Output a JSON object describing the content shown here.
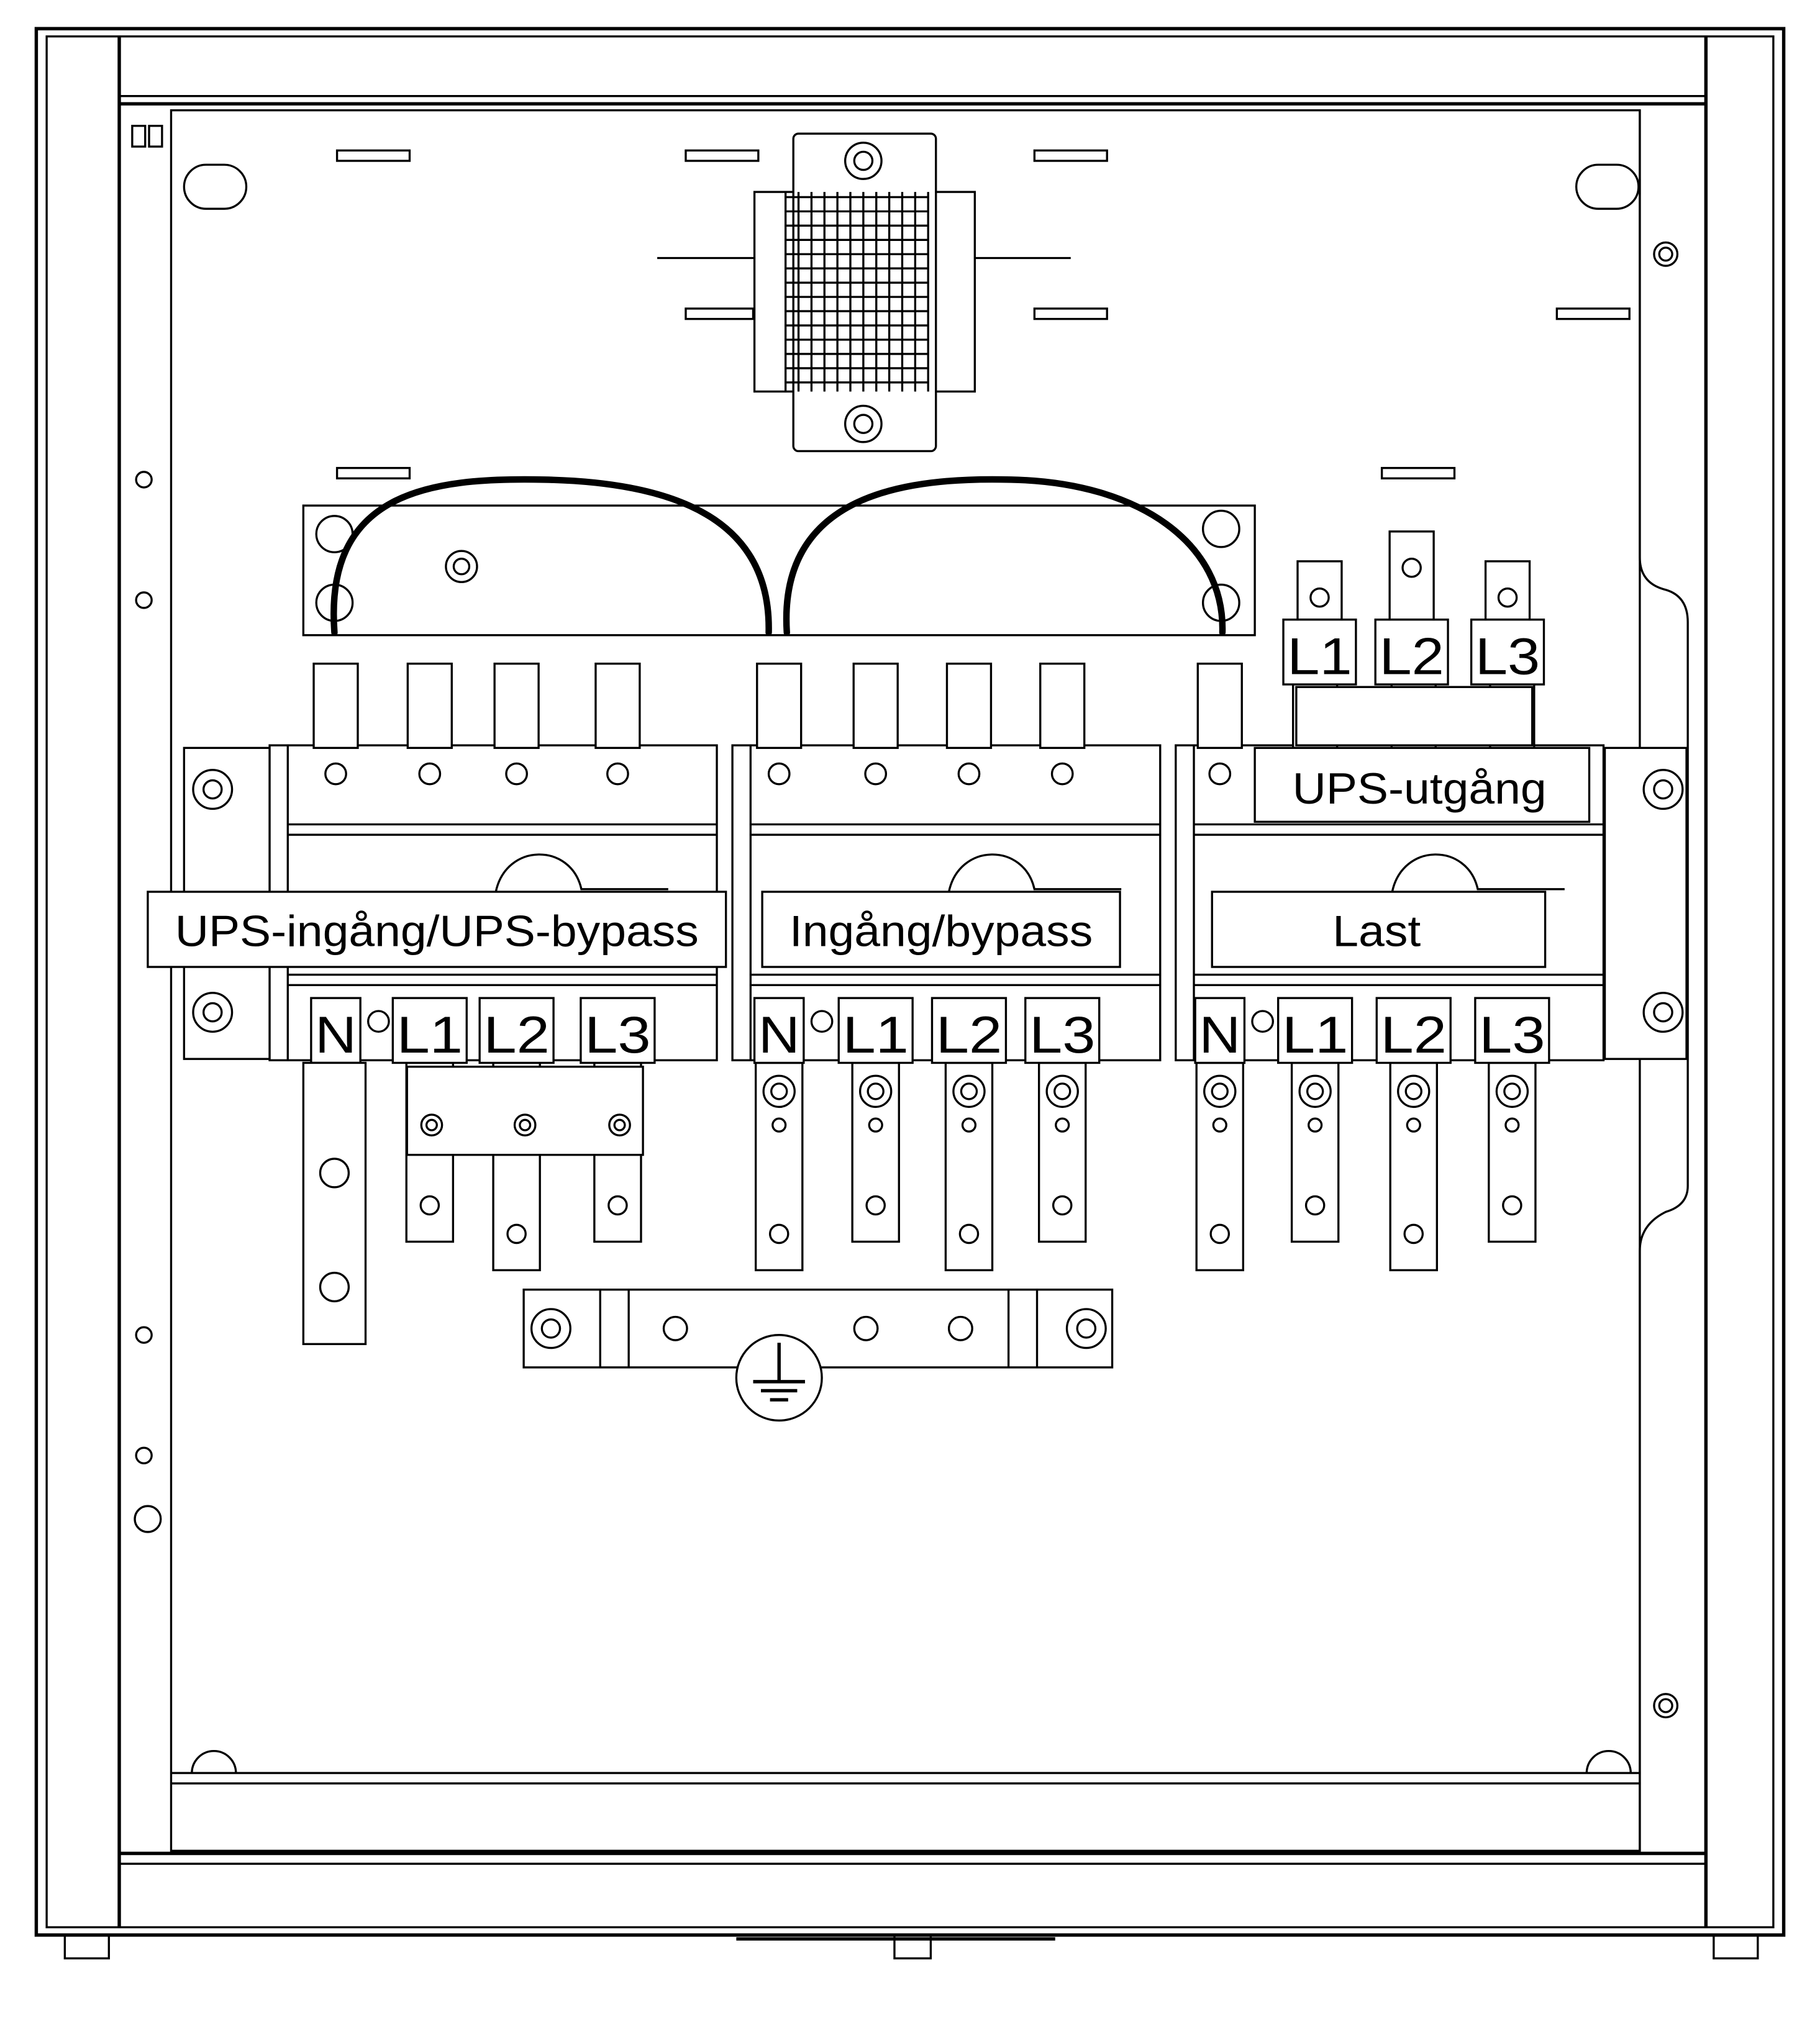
{
  "title": "Cabinet terminal layout",
  "labels": {
    "ups_input_bypass": "UPS-ingång/UPS-bypass",
    "input_bypass": "Ingång/bypass",
    "load": "Last",
    "ups_output": "UPS-utgång"
  },
  "switches": [
    {
      "terminals": [
        "N",
        "L1",
        "L2",
        "L3"
      ]
    },
    {
      "terminals": [
        "N",
        "L1",
        "L2",
        "L3"
      ]
    },
    {
      "terminals": [
        "N",
        "L1",
        "L2",
        "L3"
      ]
    }
  ],
  "ups_output_terminals": [
    "L1",
    "L2",
    "L3"
  ],
  "icons": {
    "ground": "protective-earth-icon"
  }
}
